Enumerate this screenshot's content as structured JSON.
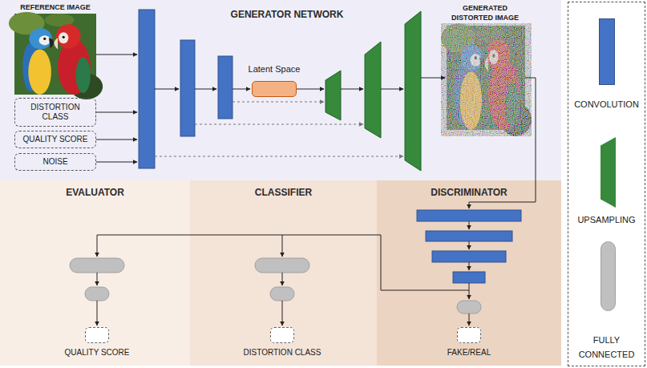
{
  "diagram": {
    "nodes": [
      {
        "text": [
          "GENERATOR NETWORK"
        ]
      },
      {
        "text": [
          "DISTORTION CLASS"
        ],
        "in": 0
      },
      {
        "text": [
          "QUALITY SCORE"
        ],
        "in": 0
      },
      {
        "text": [
          "NOISE"
        ],
        "in": 0
      },
      {
        "text": [
          "Latent Space"
        ],
        "in": 0
      },
      {
        "text": [
          "EVALUATOR"
        ]
      },
      {
        "text": [
          "QUALITY SCORE"
        ],
        "in": 5
      },
      {
        "text": [
          "CLASSIFIER"
        ]
      },
      {
        "text": [
          "DISTORTION CLASS"
        ],
        "in": 7
      },
      {
        "text": [
          "DISCRIMINATOR"
        ]
      },
      {
        "text": [
          "FAKE/REAL"
        ],
        "in": 9
      }
    ],
    "labels": [
      "REFERENCE IMAGE",
      "GENERATED DISTORTED IMAGE"
    ],
    "legend": [
      {
        "text": "CONVOLUTION",
        "color": "#4472c4"
      },
      {
        "text": "UPSAMPLING",
        "color": "#37893b"
      },
      {
        "text": "FULLY CONNECTED",
        "color": "#c0c0c0"
      }
    ]
  }
}
